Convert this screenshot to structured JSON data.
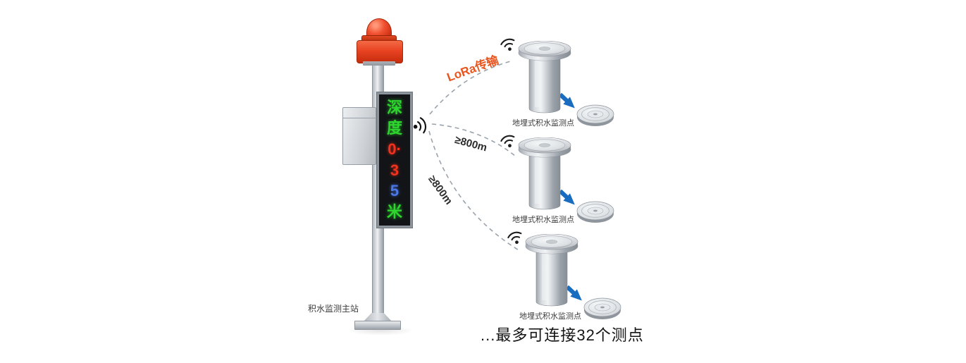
{
  "page": {
    "background": "#ffffff"
  },
  "station": {
    "label": "积水监测主站",
    "display": {
      "reading": "深度0.35米",
      "chars": [
        {
          "char": "深",
          "color": "green"
        },
        {
          "char": "度",
          "color": "green"
        },
        {
          "char": "0·",
          "color": "red"
        },
        {
          "char": "3",
          "color": "red"
        },
        {
          "char": "5",
          "color": "blue"
        },
        {
          "char": "米",
          "color": "green"
        }
      ]
    },
    "icons": {
      "beacon": "alarm-beacon",
      "broadcast": "lora-broadcast-signal"
    }
  },
  "links": [
    {
      "label": "LoRa传输",
      "color": "#e8551f"
    },
    {
      "label": "≥800m",
      "color": "#2b2b2b"
    },
    {
      "label": "≥800m",
      "color": "#2b2b2b"
    }
  ],
  "sensors": [
    {
      "label": "地埋式积水监测点"
    },
    {
      "label": "地埋式积水监测点"
    },
    {
      "label": "地埋式积水监测点"
    }
  ],
  "footer": {
    "note": "...最多可连接32个测点"
  },
  "colors": {
    "arrow_blue": "#1a6cc0",
    "dashed_line": "#9aa3ab",
    "led_green": "#2ed52e",
    "led_red": "#f0321e",
    "led_blue": "#4a78e8",
    "alarm_red": "#e84322",
    "metal_gray": "#c3c8cd"
  }
}
